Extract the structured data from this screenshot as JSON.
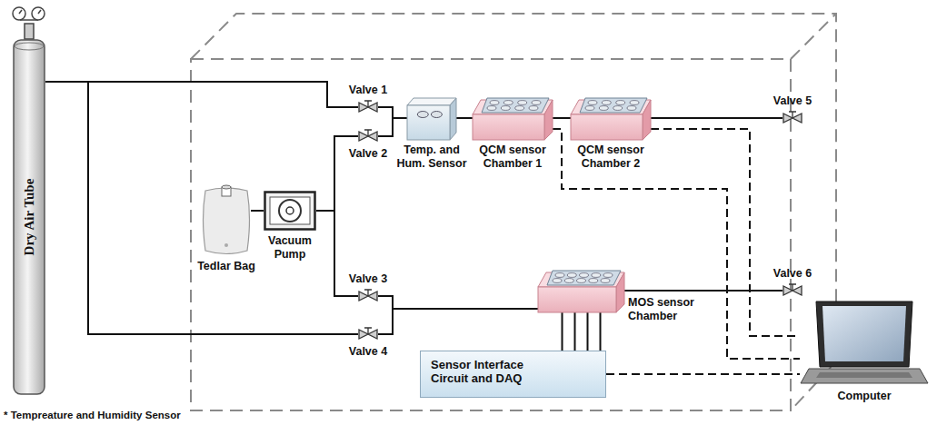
{
  "diagram": {
    "nodes": [
      {
        "text": [
          "Dry Air Tube"
        ]
      },
      {
        "text": [
          "Tedlar Bag"
        ]
      },
      {
        "text": [
          "Vacuum Pump"
        ]
      },
      {
        "text": [
          "Valve 1"
        ]
      },
      {
        "text": [
          "Valve 2"
        ]
      },
      {
        "text": [
          "Temp. and Hum. Sensor"
        ]
      },
      {
        "text": [
          "QCM sensor Chamber 1"
        ]
      },
      {
        "text": [
          "QCM sensor Chamber 2"
        ]
      },
      {
        "text": [
          "Valve 5"
        ]
      },
      {
        "text": [
          "Valve 3"
        ]
      },
      {
        "text": [
          "Valve 4"
        ]
      },
      {
        "text": [
          "MOS sensor Chamber"
        ]
      },
      {
        "text": [
          "Valve 6"
        ]
      },
      {
        "text": [
          "Sensor Interface Circuit and DAQ"
        ]
      },
      {
        "text": [
          "Computer"
        ]
      }
    ],
    "edges": [
      {
        "from": 0,
        "to": 3,
        "arrow": "none"
      },
      {
        "from": 0,
        "to": 10,
        "arrow": "none"
      },
      {
        "from": 1,
        "to": 2,
        "arrow": "none"
      },
      {
        "from": 2,
        "to": 4,
        "arrow": "none"
      },
      {
        "from": 2,
        "to": 9,
        "arrow": "none"
      },
      {
        "from": 3,
        "to": 5,
        "arrow": "none"
      },
      {
        "from": 4,
        "to": 5,
        "arrow": "none"
      },
      {
        "from": 5,
        "to": 6,
        "arrow": "none"
      },
      {
        "from": 6,
        "to": 7,
        "arrow": "none"
      },
      {
        "from": 7,
        "to": 8,
        "arrow": "none"
      },
      {
        "from": 9,
        "to": 11,
        "arrow": "none"
      },
      {
        "from": 10,
        "to": 11,
        "arrow": "none"
      },
      {
        "from": 11,
        "to": 12,
        "arrow": "none"
      },
      {
        "from": 11,
        "to": 13,
        "arrow": "none"
      },
      {
        "from": 6,
        "to": 14,
        "arrow": "none"
      },
      {
        "from": 7,
        "to": 14,
        "arrow": "none"
      },
      {
        "from": 13,
        "to": 14,
        "arrow": "none"
      }
    ],
    "labels": [
      "* Tempreature and Humidity Sensor"
    ]
  }
}
